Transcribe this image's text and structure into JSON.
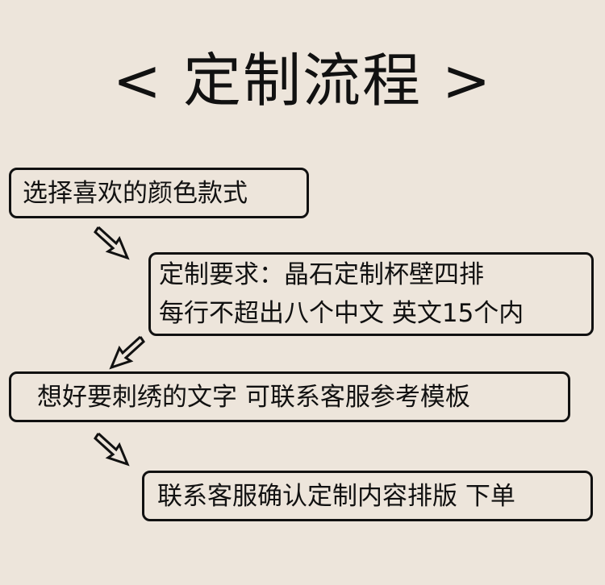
{
  "title": "< 定制流程 >",
  "steps": [
    {
      "lines": [
        "选择喜欢的颜色款式"
      ]
    },
    {
      "lines": [
        "定制要求：晶石定制杯壁四排",
        "每行不超出八个中文  英文15个内"
      ]
    },
    {
      "lines": [
        "想好要刺绣的文字  可联系客服参考模板"
      ]
    },
    {
      "lines": [
        "联系客服确认定制内容排版  下单"
      ]
    }
  ],
  "colors": {
    "background": "#ede5db",
    "ink": "#111111"
  }
}
